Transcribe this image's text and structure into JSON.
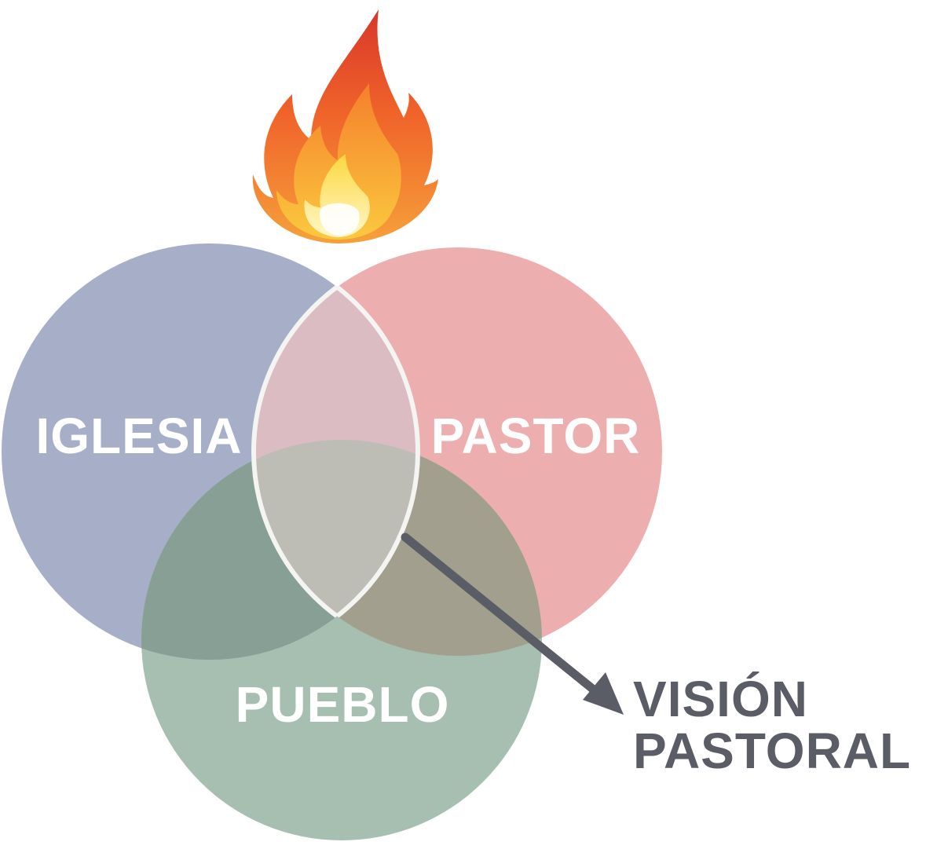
{
  "diagram": {
    "circles": {
      "iglesia": {
        "label": "IGLESIA",
        "color": "#a7aec7"
      },
      "pastor": {
        "label": "PASTOR",
        "color": "#edaeb0"
      },
      "pueblo": {
        "label": "PUEBLO",
        "color": "#a6bfb0"
      }
    },
    "overlap_colors": {
      "iglesia_pueblo": "#879f95",
      "pastor_pueblo": "#a39f8f",
      "iglesia_pastor": "#dbbcc2",
      "center": "#bdbdb5"
    },
    "callout": {
      "line1": "VISIÓN",
      "line2": "PASTORAL",
      "color": "#5b5d66"
    },
    "flame": {
      "icon": "flame-icon"
    }
  }
}
